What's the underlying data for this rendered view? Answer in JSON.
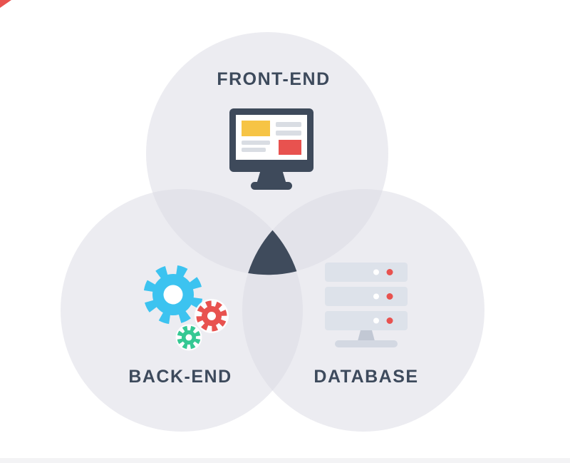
{
  "diagram": {
    "type": "venn",
    "nodes": [
      {
        "id": "front-end",
        "label": "FRONT-END",
        "icon": "monitor-icon",
        "position": "top"
      },
      {
        "id": "back-end",
        "label": "BACK-END",
        "icon": "gears-icon",
        "position": "bottom-left"
      },
      {
        "id": "database",
        "label": "DATABASE",
        "icon": "server-icon",
        "position": "bottom-right"
      }
    ],
    "colors": {
      "circle_fill": "#d9d9e4",
      "overlap_dark": "#3f4b5c",
      "text": "#3d4a5c",
      "icon_dark": "#3e4a5b",
      "icon_gray": "#dde2ea",
      "icon_gray_dark": "#c2c8d4",
      "line_gray": "#d9dde3",
      "accent_red": "#e8524f",
      "accent_yellow": "#f6c445",
      "accent_cyan": "#3cc3f0",
      "accent_teal": "#35c893"
    }
  }
}
